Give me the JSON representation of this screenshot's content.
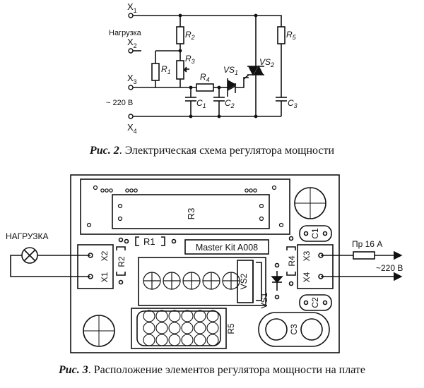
{
  "schematic": {
    "terminals": {
      "x1": "X",
      "x1_sub": "1",
      "x2": "X",
      "x2_sub": "2",
      "x3": "X",
      "x3_sub": "3",
      "x4": "X",
      "x4_sub": "4"
    },
    "load_label": "Нагрузка",
    "mains_label": "~ 220 В",
    "parts": {
      "r1": "R",
      "r1_sub": "1",
      "r2": "R",
      "r2_sub": "2",
      "r3": "R",
      "r3_sub": "3",
      "r4": "R",
      "r4_sub": "4",
      "r5": "R",
      "r5_sub": "5",
      "c1": "C",
      "c1_sub": "1",
      "c2": "C",
      "c2_sub": "2",
      "c3": "C",
      "c3_sub": "3",
      "vs1": "VS",
      "vs1_sub": "1",
      "vs2": "VS",
      "vs2_sub": "2"
    }
  },
  "figure2_caption": {
    "num": "Рис. 2",
    "text": ". Электрическая схема регулятора мощности"
  },
  "board": {
    "load_label": "НАГРУЗКА",
    "title": "Master Kit A008",
    "fuse_label": "Пр 16 А",
    "mains_label": "~220 В",
    "labels": {
      "r1": "R1",
      "r2": "R2",
      "r3": "R3",
      "r4": "R4",
      "r5": "R5",
      "c1": "C1",
      "c2": "C2",
      "c3": "C3",
      "vs1": "VS1",
      "vs2": "VS2",
      "x1": "X1",
      "x2": "X2",
      "x3": "X3",
      "x4": "X4"
    }
  },
  "figure3_caption": {
    "num": "Рис. 3",
    "text": ". Расположение элементов регулятора мощности на плате"
  }
}
